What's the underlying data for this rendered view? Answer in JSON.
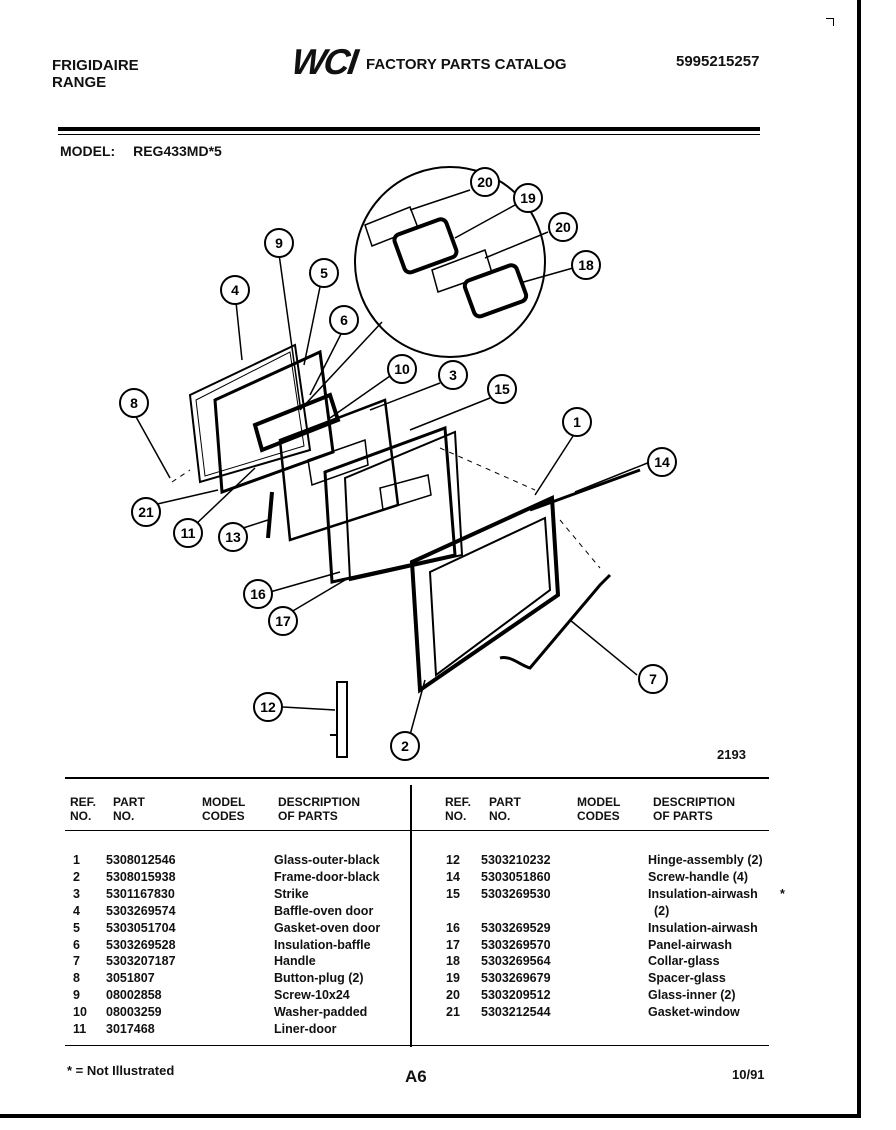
{
  "header": {
    "brand_line1": "FRIGIDAIRE",
    "brand_line2": "RANGE",
    "logo": "WCI",
    "catalog_title": "FACTORY PARTS CATALOG",
    "catalog_number": "5995215257"
  },
  "model": {
    "label": "MODEL:",
    "value": "REG433MD*5"
  },
  "diagram": {
    "code": "2193",
    "callouts": [
      "1",
      "2",
      "3",
      "4",
      "5",
      "6",
      "7",
      "8",
      "9",
      "10",
      "11",
      "12",
      "13",
      "14",
      "15",
      "16",
      "17",
      "18",
      "19",
      "20",
      "20",
      "21"
    ]
  },
  "table": {
    "headers": {
      "ref_no": [
        "REF.",
        "NO."
      ],
      "part_no": [
        "PART",
        "NO."
      ],
      "model_codes": [
        "MODEL",
        "CODES"
      ],
      "description": [
        "DESCRIPTION",
        "OF PARTS"
      ]
    },
    "left_rows": [
      {
        "ref": "1",
        "part": "5308012546",
        "desc": "Glass-outer-black"
      },
      {
        "ref": "2",
        "part": "5308015938",
        "desc": "Frame-door-black"
      },
      {
        "ref": "3",
        "part": "5301167830",
        "desc": "Strike"
      },
      {
        "ref": "4",
        "part": "5303269574",
        "desc": "Baffle-oven door"
      },
      {
        "ref": "5",
        "part": "5303051704",
        "desc": "Gasket-oven door"
      },
      {
        "ref": "6",
        "part": "5303269528",
        "desc": "Insulation-baffle"
      },
      {
        "ref": "7",
        "part": "5303207187",
        "desc": "Handle"
      },
      {
        "ref": "8",
        "part": "3051807",
        "desc": "Button-plug (2)"
      },
      {
        "ref": "9",
        "part": "08002858",
        "desc": "Screw-10x24"
      },
      {
        "ref": "10",
        "part": "08003259",
        "desc": "Washer-padded"
      },
      {
        "ref": "11",
        "part": "3017468",
        "desc": "Liner-door"
      }
    ],
    "right_rows": [
      {
        "ref": "12",
        "part": "5303210232",
        "desc": "Hinge-assembly (2)"
      },
      {
        "ref": "14",
        "part": "5303051860",
        "desc": "Screw-handle (4)"
      },
      {
        "ref": "15",
        "part": "5303269530",
        "desc": "Insulation-airwash",
        "desc2": "(2)",
        "mark": "*"
      },
      {
        "ref": "16",
        "part": "5303269529",
        "desc": "Insulation-airwash"
      },
      {
        "ref": "17",
        "part": "5303269570",
        "desc": "Panel-airwash"
      },
      {
        "ref": "18",
        "part": "5303269564",
        "desc": "Collar-glass"
      },
      {
        "ref": "19",
        "part": "5303269679",
        "desc": "Spacer-glass"
      },
      {
        "ref": "20",
        "part": "5303209512",
        "desc": "Glass-inner (2)"
      },
      {
        "ref": "21",
        "part": "5303212544",
        "desc": "Gasket-window"
      }
    ]
  },
  "footer": {
    "note": "* = Not Illustrated",
    "page": "A6",
    "date": "10/91"
  }
}
